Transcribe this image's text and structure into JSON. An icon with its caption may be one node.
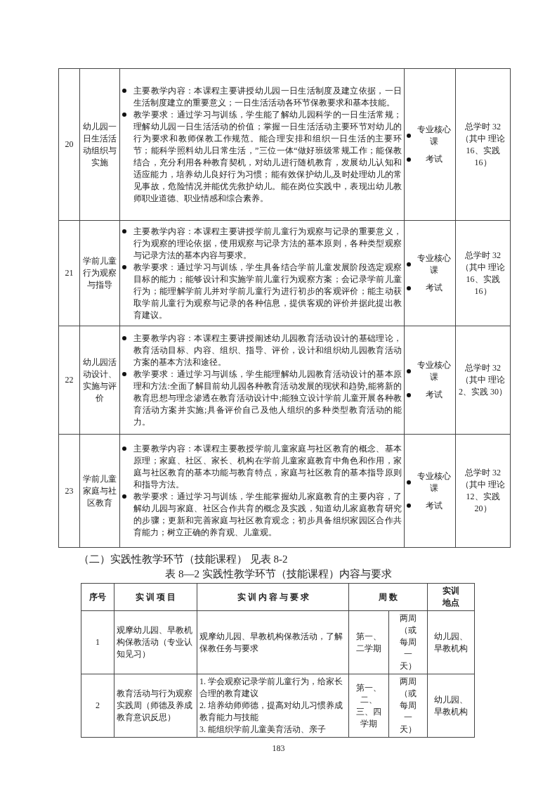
{
  "diagram": {
    "labels": [
      "20",
      "幼儿园一日生活活动组织与实施",
      "主要教学内容：本课程主要讲授幼儿园一日生活制度及建立依据，一日生活制度建立的重要意义；一日生活活动各环节保教要求和基本技能。",
      "教学要求：通过学习与训练，学生能了解幼儿园科学的一日生活常规；理解幼儿园一日生活活动的价值；掌握一日生活活动主要环节对幼儿的行为要求和教师保教工作规范。能合理安排和组织一日生活的主要环节；能科学照料幼儿日常生活，”三位一体“做好班级常规工作；能保教结合，充分利用各种教育契机，对幼儿进行随机教育，发展幼儿认知和适应能力，培养幼儿良好行为习惯；能有效保护幼儿,及时处理幼儿的常见事故，危险情况并能优先救护幼儿。能在岗位实践中，表现出幼儿教师职业道德、职业情感和综合素养。",
      "专业核心课",
      "考试",
      "总学时 32（其中 理论 16、实践 16）",
      "21",
      "学前儿童行为观察与指导",
      "主要教学内容：本课程主要讲授学前儿童行为观察与记录的重要意义，行为观察的理论依据，使用观察与记录方法的基本原则，各种类型观察与记录方法的基本内容与要求。",
      "教学要求：通过学习与训练，学生具备结合学前儿童发展阶段选定观察目标的能力；能够设计和实施学前儿童行为观察方案；会记录学前儿童行为；能理解学前儿并对学前儿童行为进行初步的客观评价；能主动获取学前儿童行为观察与记录的各种信息，提供客观的评价并据此提出教育建议。",
      "专业核心课",
      "考试",
      "总学时 32（其中 理论 16、实践 16）",
      "22",
      "幼儿园活动设计、实施与评价",
      "主要教学内容：本课程主要讲授阐述幼儿园教育活动设计的基础理论，教育活动目标、内容、组织、指导、评价，设计和组织幼儿园教育活动方案的基本方法和途径。",
      "教学要求：通过学习与训练，学生能理解幼儿园教育活动设计的基本原理和方法:全面了解目前幼儿园各种教育活动发展的现状和趋势,能将新的教育思想与理念渗透在教育活动设计中;能独立设计学前儿童开展各种教育活动方案并实施;具备评价自己及他人组织的多种类型教育活动的能力。",
      "专业核心课",
      "考试",
      "总学时 32（其中 理论 2、实践 30）",
      "23",
      "学前儿童家庭与社区教育",
      "主要教学内容：本课程主要教授学前儿童家庭与社区教育的概念、基本原理；家庭、社区、家长、机构在学前儿童家庭教育中角色和作用，家庭与社区教育的基本功能与教育特点，家庭与社区教育的基本指导原则和指导方法。",
      "教学要求：通过学习与训练，学生能掌握幼儿家庭教育的主要内容，了解幼儿园与家庭、社区合作共育的概念及实践，知道幼儿家庭教育研究的步骤；更新和完善家庭与社区教育观念；初步具备组织家园区合作共育能力；树立正确的养育观、儿童观。",
      "专业核心课",
      "考试",
      "总学时 32（其中 理论 12、实践 20）",
      "（二）实践性教学环节（技能课程） 见表 8-2",
      "表 8—2 实践性教学环节（技能课程）内容与要求",
      "序号",
      "实 训 项 目",
      "实 训 内 容 与 要 求",
      "周 数",
      "实训地点",
      "1",
      "观摩幼儿园、早教机构保教活动（专业认知见习）",
      "观摩幼儿园、早教机构保教活动，了解保教任务与要求",
      "第一、二学期",
      "两周（或每周一天）",
      "幼儿园、早教机构",
      "2",
      "教育活动与行为观察实践周（师德及养成教育意识反思）",
      "1. 学会观察记录学前儿童行为，给家长合理的教育建议",
      "2. 培养幼师师德，提高对幼儿习惯养成教育能力与技能",
      "3. 能组织学前儿童美育活动、亲子",
      "第一、二、三、四学期",
      "两周（或每周一天）",
      "幼儿园、早教机构",
      "183"
    ]
  }
}
